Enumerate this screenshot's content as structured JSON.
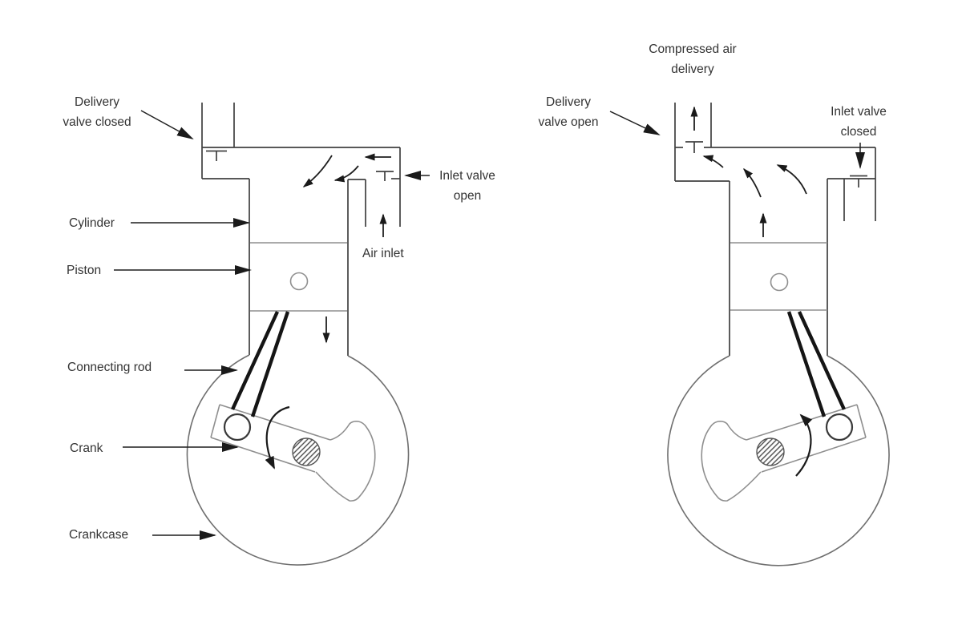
{
  "figure_type": "air compressor working principle diagram, two strokes",
  "left_panel": {
    "labels": {
      "delivery_valve_line1": "Delivery",
      "delivery_valve_line2": "valve closed",
      "cylinder": "Cylinder",
      "piston": "Piston",
      "connecting_rod": "Connecting rod",
      "crank": "Crank",
      "crankcase": "Crankcase",
      "inlet_valve_line1": "Inlet valve",
      "inlet_valve_line2": "open",
      "air_inlet": "Air inlet"
    }
  },
  "right_panel": {
    "labels": {
      "compressed_air_line1": "Compressed air",
      "compressed_air_line2": "delivery",
      "delivery_valve_line1": "Delivery",
      "delivery_valve_line2": "valve open",
      "inlet_valve_line1": "Inlet valve",
      "inlet_valve_line2": "closed"
    }
  },
  "colors": {
    "background": "#ffffff",
    "outline_dark": "#404040",
    "outline_gray": "#8f8f8f",
    "crankcase_gray": "#6f6f6f",
    "arrow_black": "#1a1a1a",
    "hatch": "#4a4a4a",
    "text": "#333333"
  }
}
